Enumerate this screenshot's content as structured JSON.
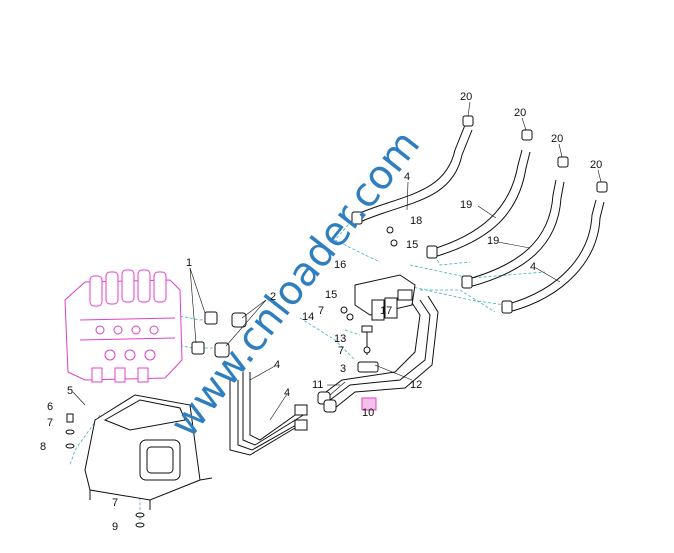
{
  "diagram": {
    "callouts": {
      "c1": "1",
      "c2": "2",
      "c3": "3",
      "c4a": "4",
      "c4b": "4",
      "c4c": "4",
      "c4d": "4",
      "c5": "5",
      "c6": "6",
      "c7a": "7",
      "c7b": "7",
      "c7c": "7",
      "c7d": "7",
      "c8": "8",
      "c9": "9",
      "c10": "10",
      "c11": "11",
      "c12": "12",
      "c13": "13",
      "c14": "14",
      "c15a": "15",
      "c15b": "15",
      "c16": "16",
      "c17": "17",
      "c18": "18",
      "c19a": "19",
      "c19b": "19",
      "c20a": "20",
      "c20b": "20",
      "c20c": "20",
      "c20d": "20"
    },
    "watermark": "www.cnloader.com",
    "colors": {
      "valve": "#e040c8",
      "watermark": "#2f7fc0",
      "line": "#111111",
      "leader": "#40b0c0"
    }
  }
}
